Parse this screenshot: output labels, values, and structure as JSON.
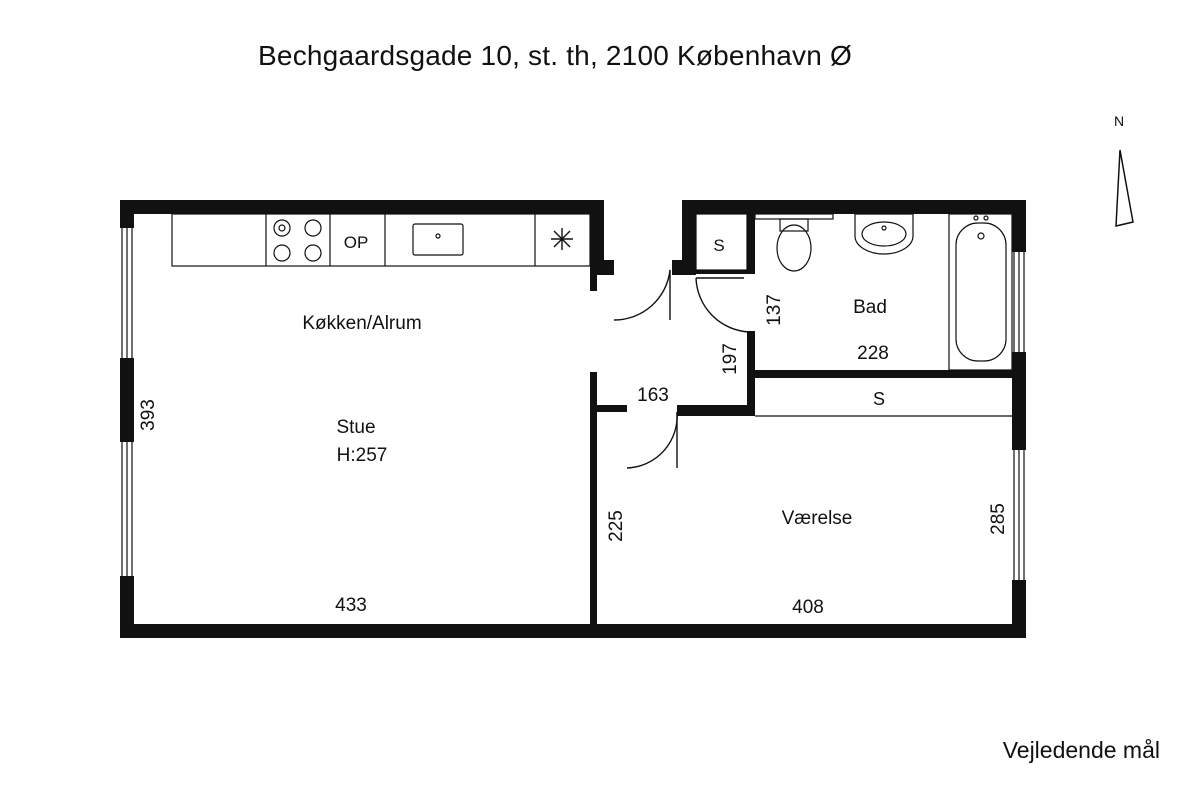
{
  "title": "Bechgaardsgade 10, st. th, 2100 København Ø",
  "footer_note": "Vejledende mål",
  "compass": {
    "label": "N"
  },
  "rooms": {
    "kitchen": "Køkken/Alrum",
    "living": "Stue",
    "living_height": "H:257",
    "bath": "Bad",
    "bedroom": "Værelse"
  },
  "fixtures": {
    "oven": "OP",
    "storage_1": "S",
    "storage_2": "S"
  },
  "dimensions": {
    "living_width": "433",
    "living_depth": "393",
    "bath_width": "228",
    "bath_depth": "137",
    "hall_width": "163",
    "hall_depth": "197",
    "bedroom_width": "408",
    "bedroom_depth_left": "225",
    "bedroom_depth_right": "285"
  }
}
